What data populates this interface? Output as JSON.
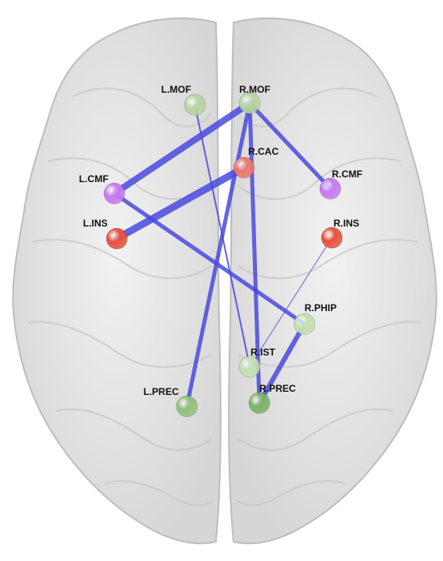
{
  "nodes": [
    {
      "id": "lmof",
      "label": "L.MOF",
      "color": "#b5d6a0"
    },
    {
      "id": "rmof",
      "label": "R.MOF",
      "color": "#b5d6a0"
    },
    {
      "id": "rcac",
      "label": "R.CAC",
      "color": "#ea7a6a"
    },
    {
      "id": "lcmf",
      "label": "L.CMF",
      "color": "#c77af0"
    },
    {
      "id": "rcmf",
      "label": "R.CMF",
      "color": "#c77af0"
    },
    {
      "id": "lins",
      "label": "L.INS",
      "color": "#e5523d"
    },
    {
      "id": "rins",
      "label": "R.INS",
      "color": "#e5523d"
    },
    {
      "id": "rphip",
      "label": "R.PHIP",
      "color": "#c2e0b0"
    },
    {
      "id": "rist",
      "label": "R.IST",
      "color": "#c2e0b0"
    },
    {
      "id": "lprec",
      "label": "L.PREC",
      "color": "#8fc07a"
    },
    {
      "id": "rprec",
      "label": "R.PREC",
      "color": "#7cb363"
    }
  ],
  "edges": [
    {
      "from": "lcmf",
      "to": "rmof"
    },
    {
      "from": "lins",
      "to": "rcac"
    },
    {
      "from": "rmof",
      "to": "rcmf"
    },
    {
      "from": "lcmf",
      "to": "rphip"
    },
    {
      "from": "rmof",
      "to": "lprec"
    },
    {
      "from": "rmof",
      "to": "rprec"
    },
    {
      "from": "rphip",
      "to": "rprec"
    },
    {
      "from": "lmof",
      "to": "rist"
    },
    {
      "from": "rins",
      "to": "rist"
    }
  ],
  "edge_color": "#4a4ae0"
}
